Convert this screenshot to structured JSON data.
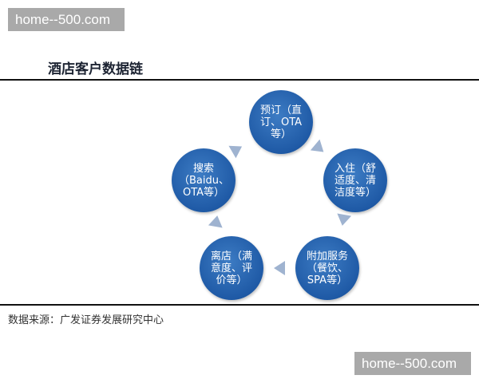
{
  "watermark": "home--500.com",
  "title": "酒店客户数据链",
  "nodes": [
    {
      "label": "预订（直订、OTA等）"
    },
    {
      "label": "入住（舒适度、清洁度等）"
    },
    {
      "label": "附加服务（餐饮、SPA等）"
    },
    {
      "label": "离店（满意度、评价等）"
    },
    {
      "label": "搜索（Baidu、OTA等）"
    }
  ],
  "source": "数据来源：广发证券发展研究中心",
  "colors": {
    "node": "#1f5aa6",
    "arrow": "#9fb3d0"
  }
}
